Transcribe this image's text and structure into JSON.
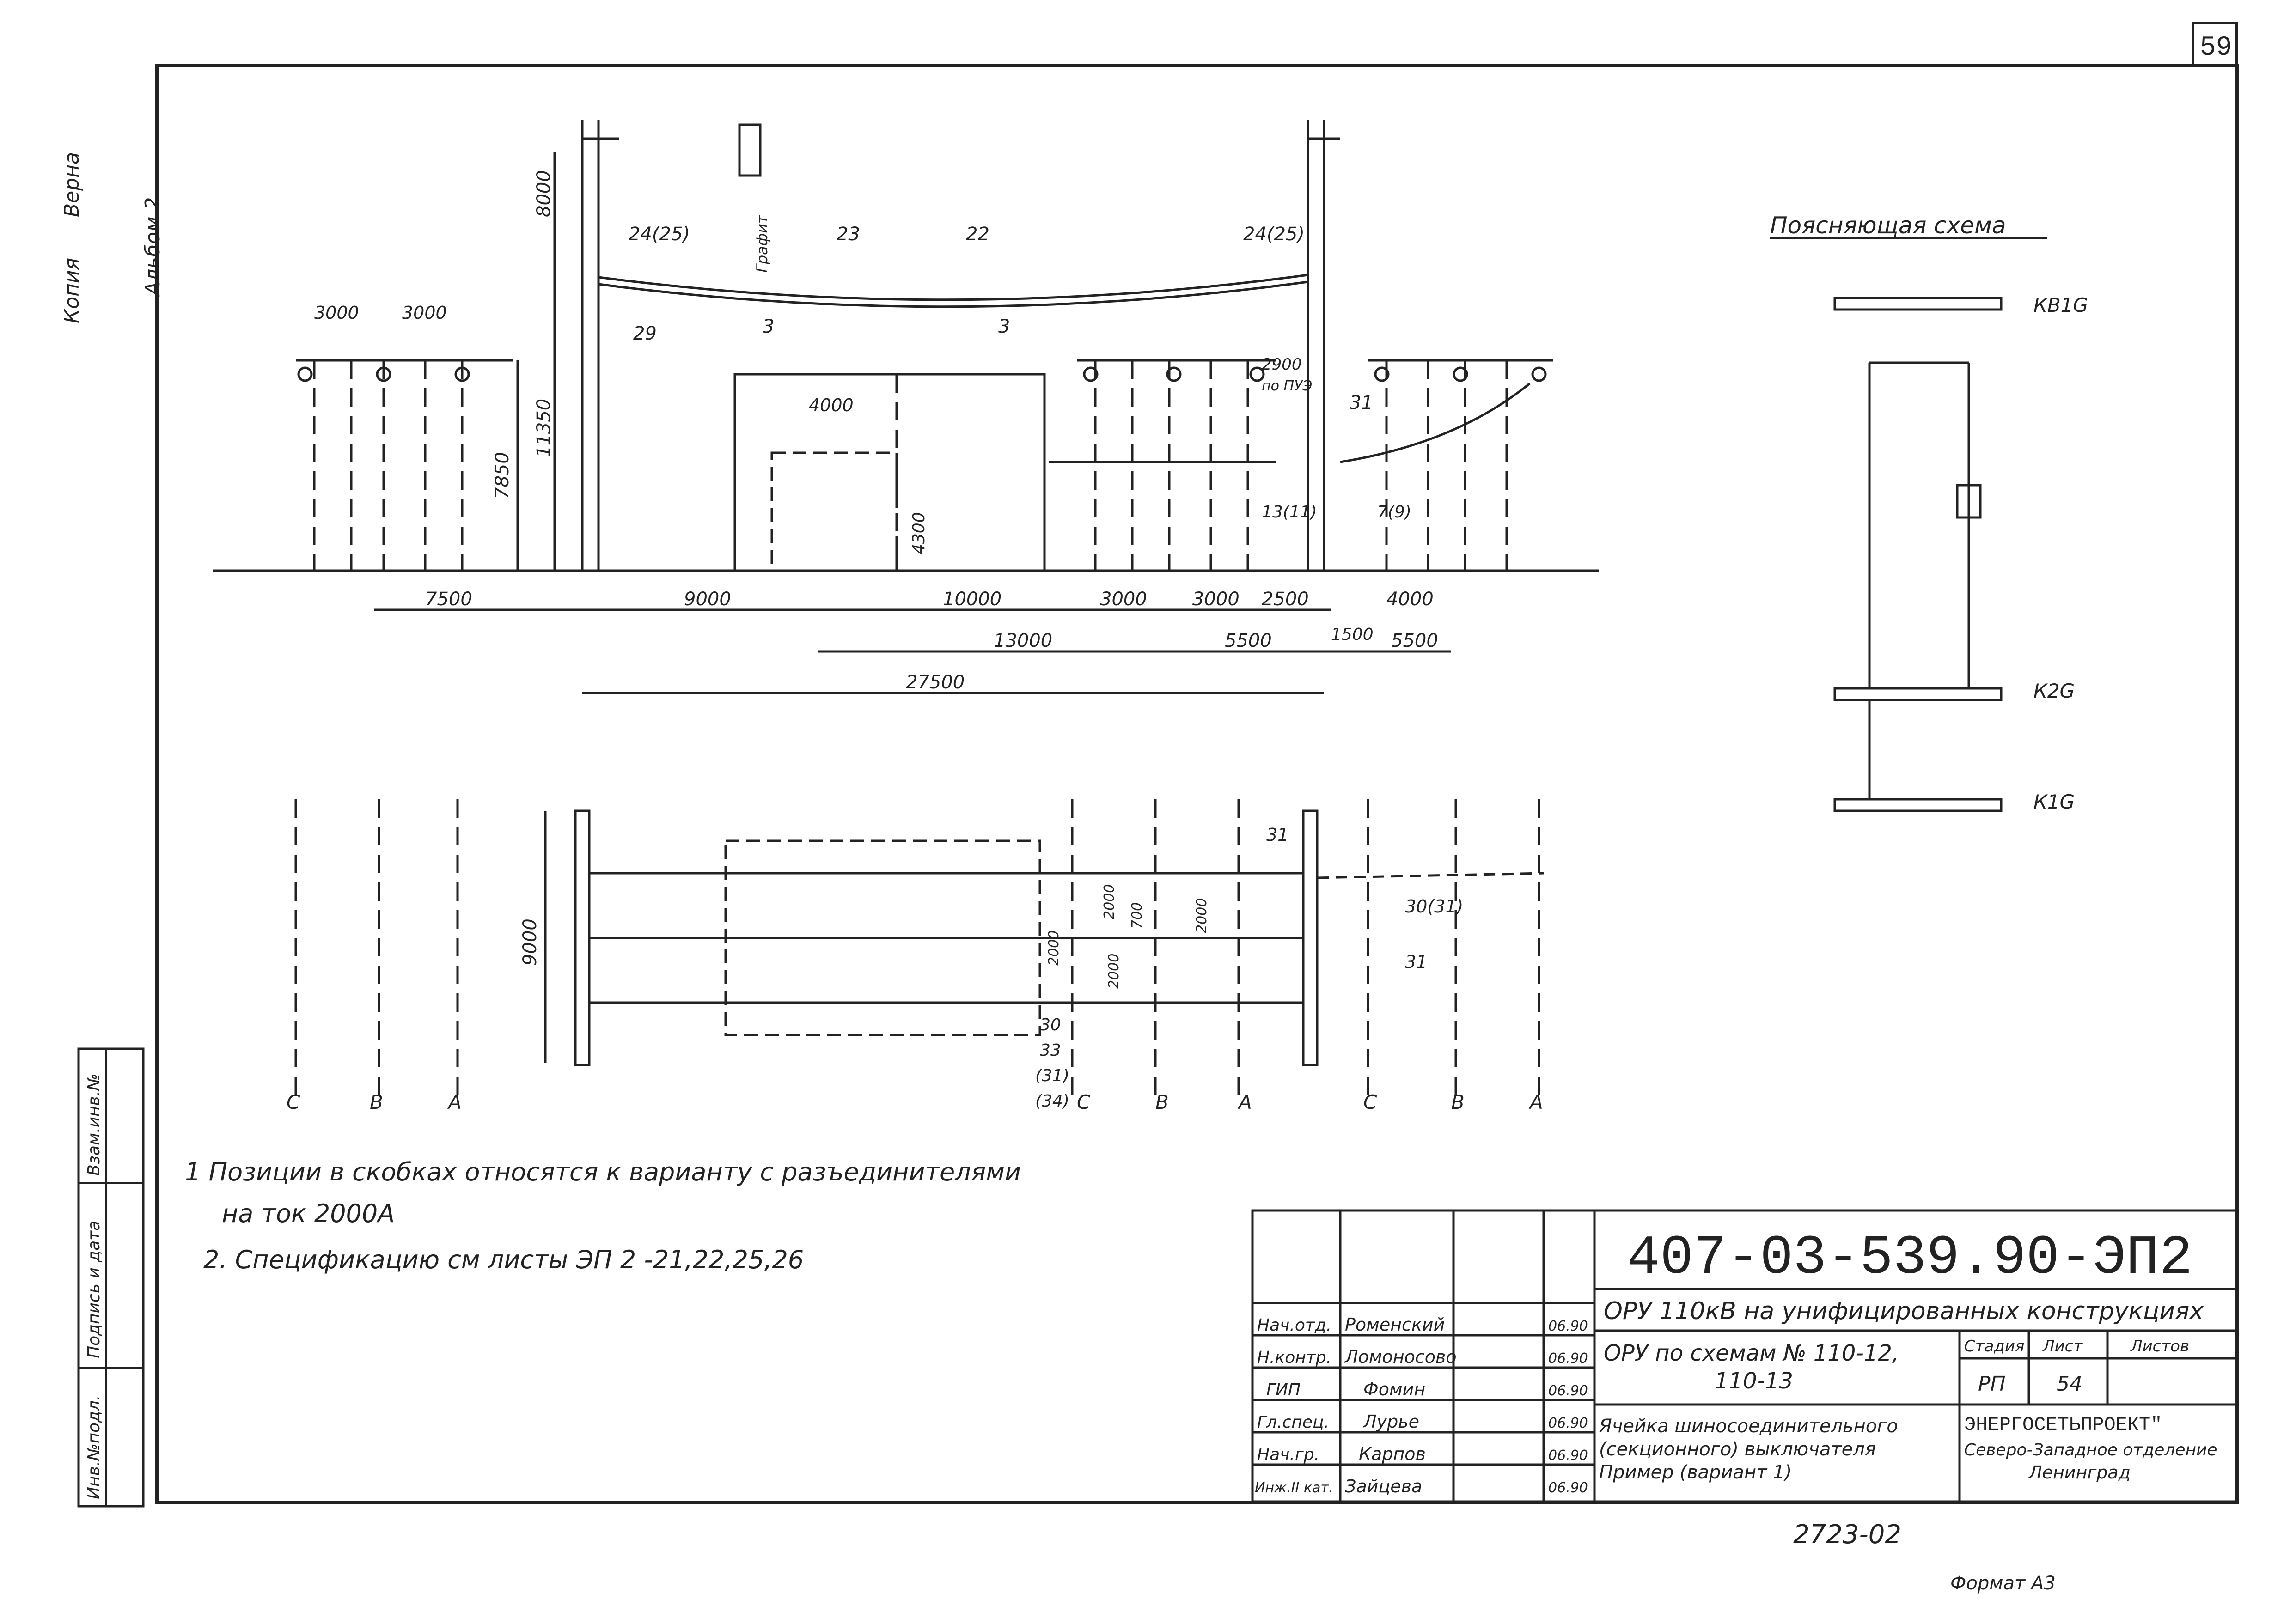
{
  "sheet": {
    "number": "59",
    "format": "Формат А3",
    "footer_code": "2723-02"
  },
  "margin": {
    "copy": "Копия",
    "verified": "Верна",
    "album": "Альбом 2",
    "stamp": [
      "Инв.№подл.",
      "Подпись и дата",
      "Взам.инв.№"
    ]
  },
  "elevation": {
    "height_dims": [
      "8000",
      "11350",
      "7850",
      "4300"
    ],
    "width_dims": [
      "3000",
      "3000",
      "4000",
      "2900",
      "7500",
      "9000",
      "10000",
      "3000",
      "3000",
      "2500",
      "4000",
      "13000",
      "5500",
      "1500",
      "5500",
      "27500"
    ],
    "dims_plus": [
      "по ПУЭ"
    ],
    "positions": [
      "24(25)",
      "23",
      "22",
      "24(25)",
      "29",
      "3",
      "3",
      "31",
      "13(11)",
      "7(9)"
    ],
    "graphite": "Графит",
    "height_dim_2": "4300"
  },
  "plan": {
    "dims": [
      "9000",
      "2000",
      "700",
      "2000",
      "2000",
      "2000"
    ],
    "positions": [
      "31",
      "30(31)",
      "31",
      "30",
      "33",
      "(31)",
      "(34)"
    ],
    "phase_labels": [
      "С",
      "В",
      "А",
      "С",
      "В",
      "А",
      "С",
      "В",
      "А"
    ]
  },
  "scheme": {
    "title": "Поясняющая схема",
    "buses": [
      "КВ1G",
      "К2G",
      "К1G"
    ]
  },
  "notes": [
    "1  Позиции в скобках относятся к варианту с разъединителями",
    "на ток 2000А",
    "2. Спецификацию см листы ЭП 2 -21,22,25,26"
  ],
  "title_block": {
    "code": "407-03-539.90-ЭП2",
    "project": "ОРУ 110кВ на унифицированных конструкциях",
    "subtitle": [
      "ОРУ по схемам № 110-12,",
      "110-13"
    ],
    "drawing": [
      "Ячейка шиносоединительного",
      "(секционного) выключателя",
      "Пример (вариант 1)"
    ],
    "stage_h": "Стадия",
    "sheet_h": "Лист",
    "sheets_h": "Листов",
    "stage": "РП",
    "sheet": "54",
    "org": [
      "ЭНЕРГОСЕТЬПРОЕКТ\"",
      "Северо-Западное отделение",
      "Ленинград"
    ],
    "people": [
      {
        "role": "Нач.отд.",
        "name": "Роменский",
        "date": "06.90"
      },
      {
        "role": "Н.контр.",
        "name": "Ломоносово",
        "date": "06.90"
      },
      {
        "role": "ГИП",
        "name": "Фомин",
        "date": "06.90"
      },
      {
        "role": "Гл.спец.",
        "name": "Лурье",
        "date": "06.90"
      },
      {
        "role": "Нач.гр.",
        "name": "Карпов",
        "date": "06.90"
      },
      {
        "role": "Инж.II кат.",
        "name": "Зайцева",
        "date": "06.90"
      }
    ]
  }
}
